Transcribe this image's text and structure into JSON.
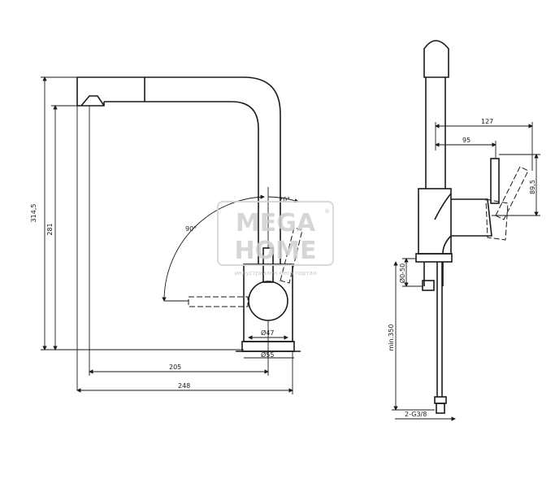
{
  "dimensions": {
    "front": {
      "total_height": "314,5",
      "spout_height": "281",
      "angle_small": "20°",
      "angle_large": "90°",
      "body_diameter": "Ø47",
      "base_diameter": "Ø55",
      "reach_205": "205",
      "reach_248": "248"
    },
    "side": {
      "depth_127": "127",
      "depth_95": "95",
      "lever_height": "89,5",
      "deck_thickness": "Ø0-50",
      "hose_length": "min.350",
      "connection": "2-G3/8"
    }
  },
  "watermark": {
    "line1": "MEGA",
    "line2": "HOME",
    "tagline": "индустриален мега портал",
    "registered": "®"
  }
}
